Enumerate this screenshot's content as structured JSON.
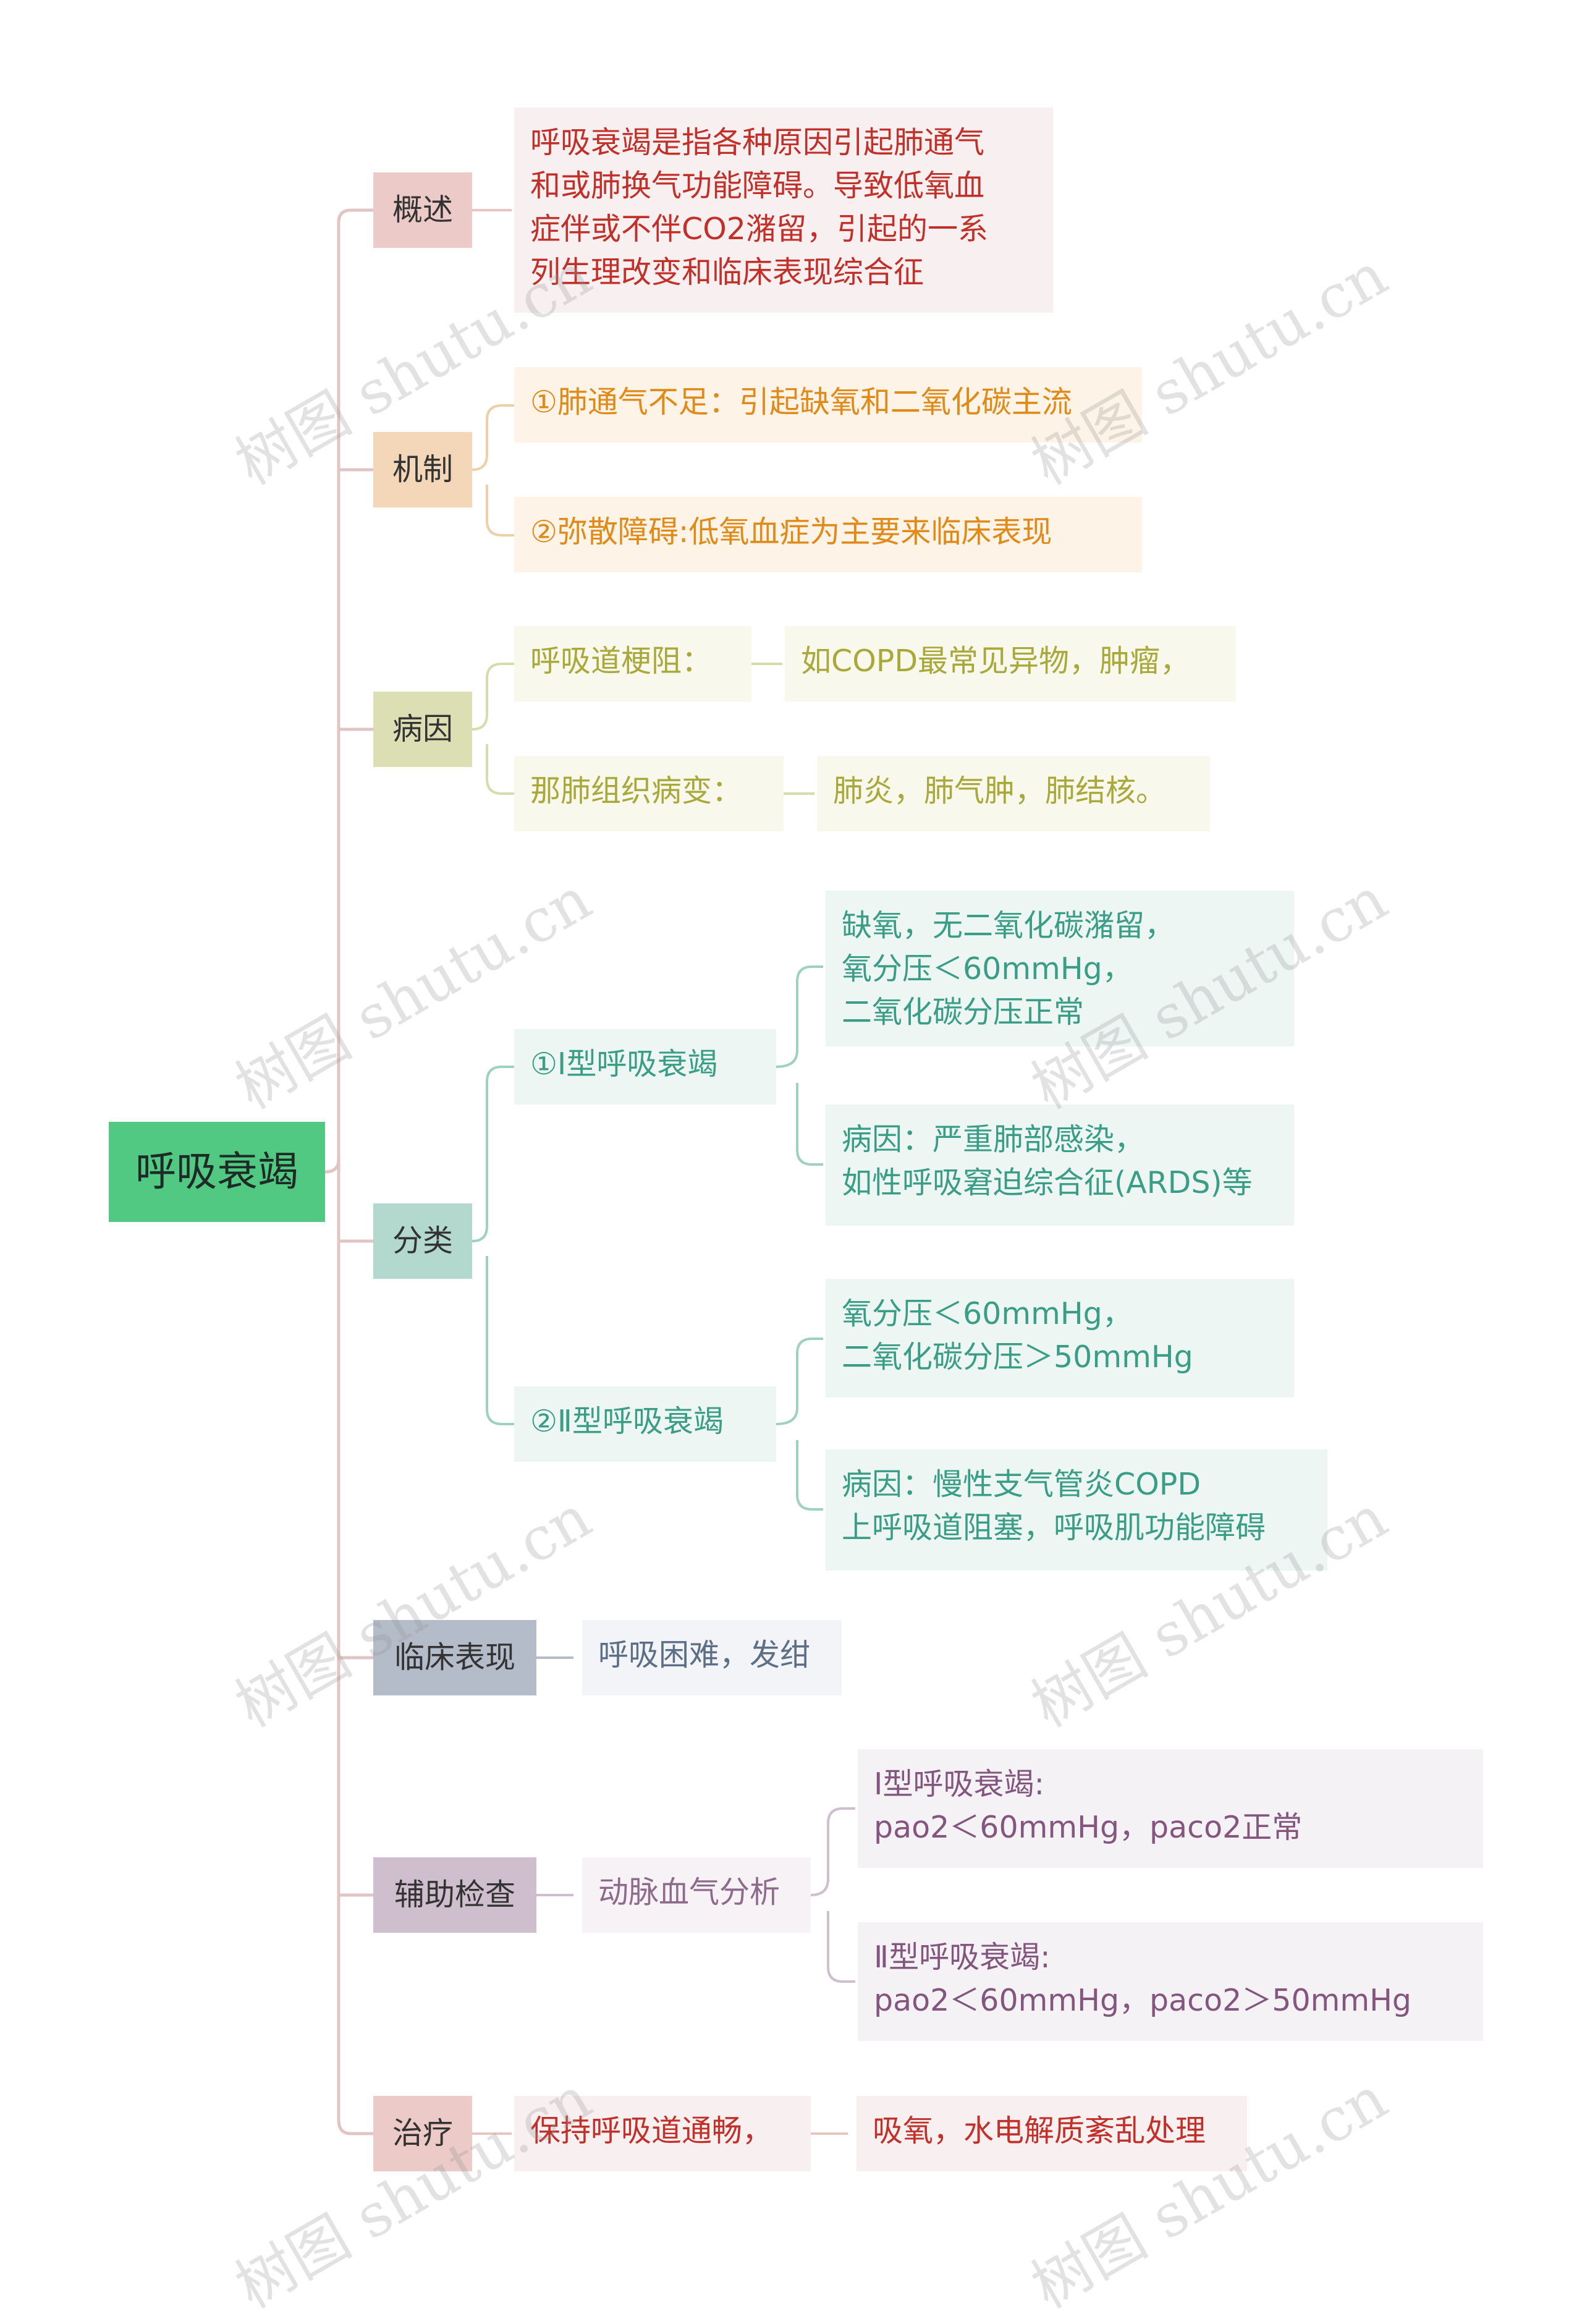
{
  "root": {
    "label": "呼吸衰竭"
  },
  "branches": {
    "overview": {
      "label": "概述",
      "color": "#ebcac8"
    },
    "mechanism": {
      "label": "机制",
      "color": "#f3d7b8"
    },
    "etiology": {
      "label": "病因",
      "color": "#dcdfb3"
    },
    "classification": {
      "label": "分类",
      "color": "#b3d8cd"
    },
    "clinical": {
      "label": "临床表现",
      "color": "#b3bcc8"
    },
    "auxiliary": {
      "label": "辅助检查",
      "color": "#cfbfce"
    },
    "treatment": {
      "label": "治疗",
      "color": "#ebcac8"
    }
  },
  "overview": {
    "text": "呼吸衰竭是指各种原因引起肺通气\n和或肺换气功能障碍。导致低氧血\n症伴或不伴CO2潴留，引起的一系\n列生理改变和临床表现综合征"
  },
  "mechanism": {
    "items": [
      "①肺通气不足：引起缺氧和二氧化碳主流",
      "②弥散障碍:低氧血症为主要来临床表现"
    ]
  },
  "etiology": {
    "airway": {
      "label": "呼吸道梗阻：",
      "detail": "如COPD最常见异物，肿瘤，"
    },
    "tissue": {
      "label": "那肺组织病变：",
      "detail": "肺炎，肺气肿，肺结核。"
    }
  },
  "classification": {
    "type1": {
      "label": "①Ⅰ型呼吸衰竭",
      "desc": "缺氧，无二氧化碳潴留，\n氧分压＜60mmHg，\n二氧化碳分压正常",
      "cause": "病因：严重肺部感染，\n如性呼吸窘迫综合征(ARDS)等"
    },
    "type2": {
      "label": "②Ⅱ型呼吸衰竭",
      "desc": "氧分压＜60mmHg，\n二氧化碳分压＞50mmHg",
      "cause": "病因：慢性支气管炎COPD\n上呼吸道阻塞，呼吸肌功能障碍"
    }
  },
  "clinical": {
    "text": "呼吸困难，发绀"
  },
  "auxiliary": {
    "label": "动脉血气分析",
    "type1": "Ⅰ型呼吸衰竭:\npao2＜60mmHg，paco2正常",
    "type2": "Ⅱ型呼吸衰竭:\npao2＜60mmHg，paco2＞50mmHg"
  },
  "treatment": {
    "label": "保持呼吸道通畅，",
    "detail": "吸氧，水电解质紊乱处理"
  },
  "watermark": "树图 shutu.cn"
}
